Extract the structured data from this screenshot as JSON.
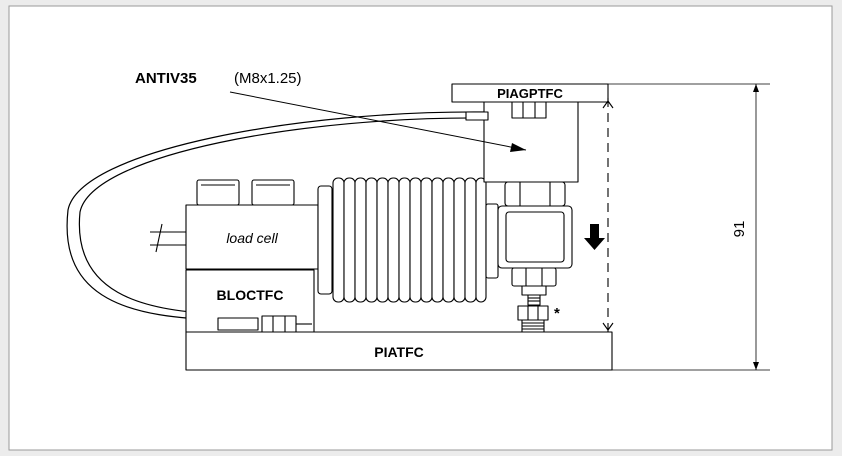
{
  "diagram": {
    "callout": {
      "part_code": "ANTIV35",
      "thread_spec": "(M8x1.25)"
    },
    "labels": {
      "top_plate": "PIAGPTFC",
      "base_plate": "PIATFC",
      "block": "BLOCTFC",
      "load_cell": "load cell",
      "footnote_mark": "*"
    },
    "dimension": {
      "height_value": "91"
    },
    "colors": {
      "background_panel": "#ececec",
      "drawing_bg": "#ffffff",
      "stroke": "#000000",
      "dash": "#000000"
    }
  }
}
